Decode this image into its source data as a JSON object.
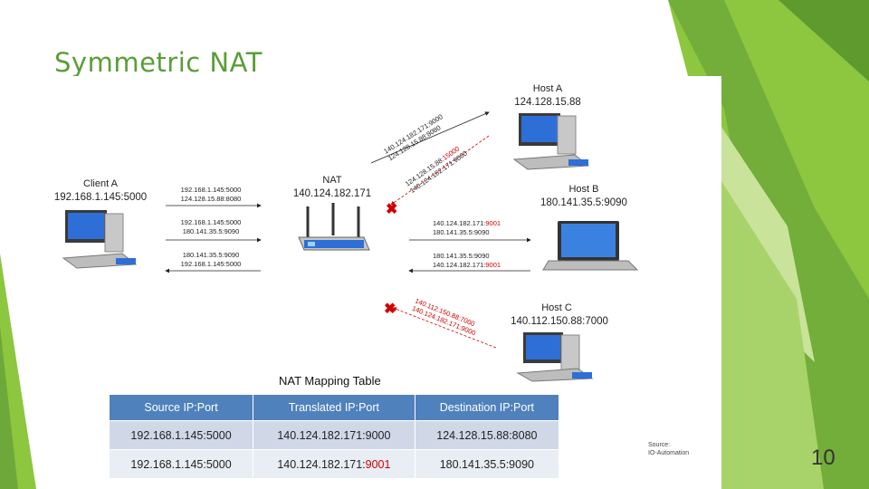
{
  "slide": {
    "title": "Symmetric NAT",
    "page_number": "10",
    "source_line1": "Source:",
    "source_line2": "IO-Automation"
  },
  "diagram": {
    "client_a": {
      "name": "Client A",
      "ip": "192.168.1.145:5000"
    },
    "nat": {
      "name": "NAT",
      "ip": "140.124.182.171"
    },
    "host_a": {
      "name": "Host A",
      "ip": "124.128.15.88"
    },
    "host_b": {
      "name": "Host B",
      "ip": "180.141.35.5:9090"
    },
    "host_c": {
      "name": "Host C",
      "ip": "140.112.150.88:7000"
    },
    "left_packets": [
      {
        "line1": "192.168.1.145:5000",
        "line2": "124.128.15.88:8080"
      },
      {
        "line1": "192.168.1.145:5000",
        "line2": "180.141.35.5:9090"
      },
      {
        "line1": "180.141.35.5:9090",
        "line2": "192.168.1.145:5000"
      }
    ],
    "to_host_a": {
      "line1": "140.124.182.171:9000",
      "line2": "124.128.15.88:8080"
    },
    "from_host_a": {
      "line1_prefix": "124.128.15.88:",
      "line1_port": "15000",
      "line2": "140.124.182.171:9000"
    },
    "to_host_b": {
      "line1_prefix": "140.124.182.171:",
      "line1_port": "9001",
      "line2": "180.141.35.5:9090"
    },
    "from_host_b": {
      "line1": "180.141.35.5:9090",
      "line2_prefix": "140.124.182.171:",
      "line2_port": "9001"
    },
    "from_host_c": {
      "line1": "140.112.150.88:7000",
      "line2": "140.124.182.171:9000"
    }
  },
  "mapping_table": {
    "title": "NAT Mapping Table",
    "headers": [
      "Source IP:Port",
      "Translated IP:Port",
      "Destination IP:Port"
    ],
    "rows": [
      {
        "source": "192.168.1.145:5000",
        "translated_prefix": "140.124.182.171:",
        "translated_port": "9000",
        "destination": "124.128.15.88:8080"
      },
      {
        "source": "192.168.1.145:5000",
        "translated_prefix": "140.124.182.171:",
        "translated_port": "9001",
        "destination": "180.141.35.5:9090"
      }
    ]
  },
  "colors": {
    "title_green": "#5a9e36",
    "accent_red": "#d00000",
    "table_header": "#4f81bd",
    "deco_green": "#8dc63f"
  }
}
